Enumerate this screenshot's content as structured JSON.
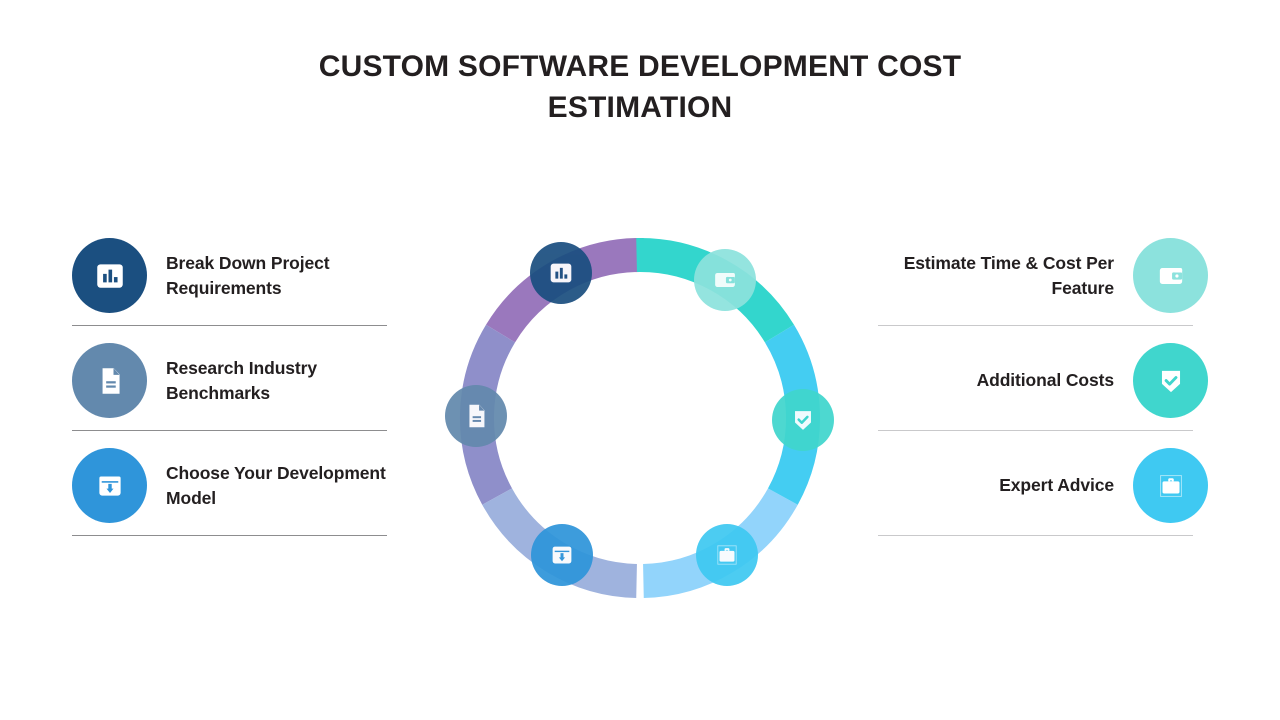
{
  "page": {
    "title": "Custom Software Development Cost Estimation",
    "background": "#ffffff",
    "text_color": "#231f20"
  },
  "colors": {
    "step1": "#1b4f80",
    "step2": "#6389ad",
    "step3": "#2f95da",
    "step4": "#8ce2dd",
    "step5": "#40d6cd",
    "step6": "#3fc9f2",
    "ring_step1": "#9a78bd",
    "ring_step2": "#8f8fca",
    "ring_step3": "#9fb3de",
    "ring_step4": "#33d6cd",
    "ring_step5": "#44cdf2",
    "ring_step6": "#92d4fb",
    "divider_left": "#8d8d8f",
    "divider_right": "#c9c9cb"
  },
  "steps": [
    {
      "index": "1",
      "label": "Break Down Project Requirements",
      "icon": "bar-chart-icon",
      "side": "left",
      "badge_color": "#1b4f80",
      "ring_color": "#9a78bd"
    },
    {
      "index": "2",
      "label": "Research Industry Benchmarks",
      "icon": "document-icon",
      "side": "left",
      "badge_color": "#6389ad",
      "ring_color": "#8f8fca"
    },
    {
      "index": "3",
      "label": "Choose Your Development Model",
      "icon": "download-box-icon",
      "side": "left",
      "badge_color": "#2f95da",
      "ring_color": "#9fb3de"
    },
    {
      "index": "4",
      "label": "Estimate Time & Cost Per Feature",
      "icon": "wallet-icon",
      "side": "right",
      "badge_color": "#8ce2dd",
      "ring_color": "#33d6cd"
    },
    {
      "index": "5",
      "label": "Additional Costs",
      "icon": "shield-check-icon",
      "side": "right",
      "badge_color": "#40d6cd",
      "ring_color": "#44cdf2"
    },
    {
      "index": "6",
      "label": "Expert Advice",
      "icon": "briefcase-icon",
      "side": "right",
      "badge_color": "#3fc9f2",
      "ring_color": "#92d4fb"
    }
  ],
  "diagram": {
    "type": "donut-cycle",
    "segment_count": 6,
    "segment_degrees": 60
  }
}
